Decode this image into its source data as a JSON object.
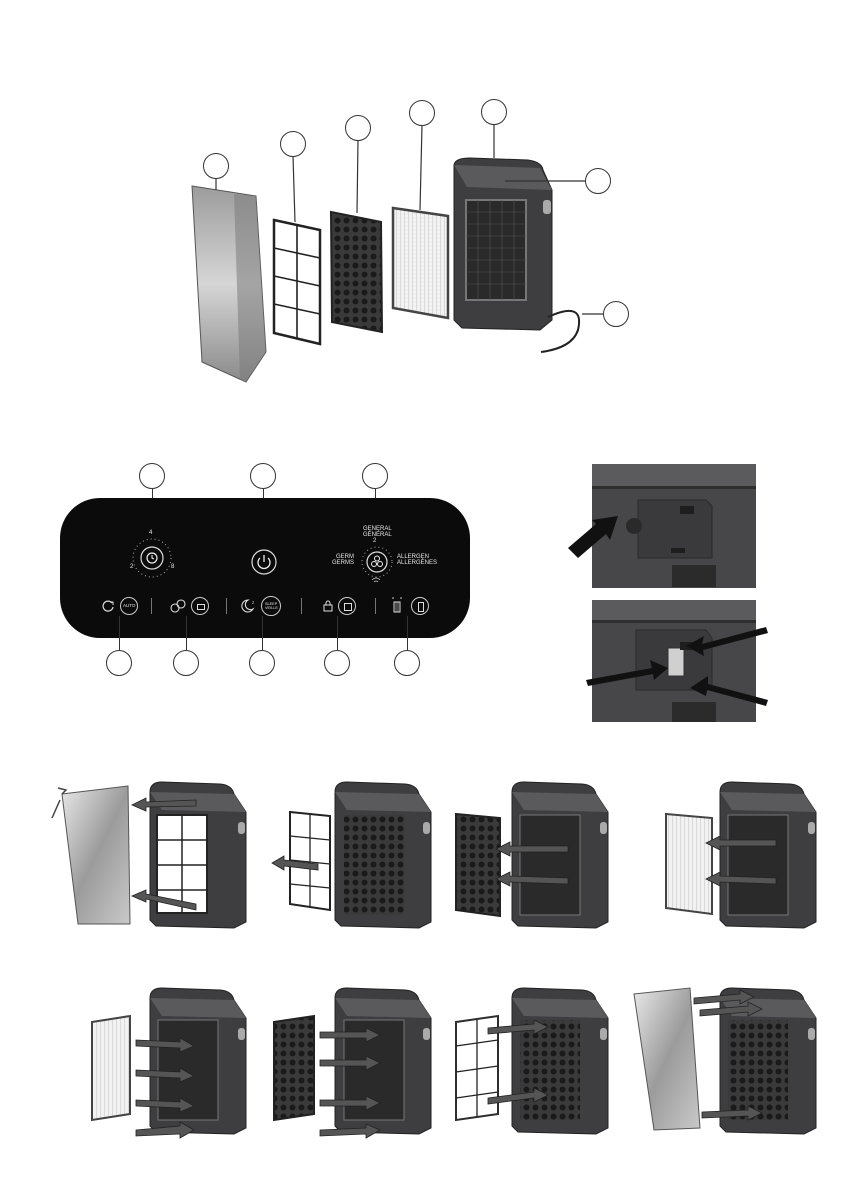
{
  "control_panel": {
    "timer_numbers": [
      "4",
      "2",
      "8"
    ],
    "fan_speed_number": "2",
    "mode_general": "GENERAL\nGÉNÉRAL",
    "mode_germs": "GERM\nGERMS",
    "mode_allergens": "ALLERGEN\nALLERGÈNES",
    "auto_button_label": "AUTO",
    "sleep_button_label": "SLEEP\nVEILLE"
  },
  "colors": {
    "panel": "#0b0b0b",
    "device_body": "#3b3b3d",
    "arrow": "#555555"
  },
  "icons": [
    "timer-icon",
    "power-icon",
    "fan-icon",
    "wifi-icon",
    "auto-icon",
    "link-icon",
    "sleep-icon",
    "lock-icon",
    "filter-indicator-icon"
  ]
}
